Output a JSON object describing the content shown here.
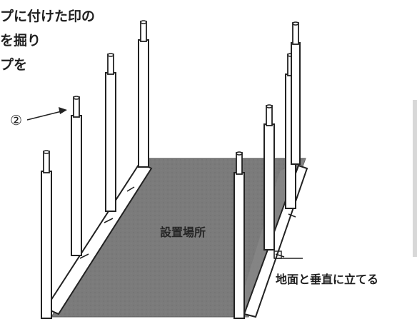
{
  "instruction_lines": [
    "プに付けた印の",
    "を掘り",
    "プを"
  ],
  "marker": "②",
  "area_label": "設置場所",
  "note": "地面と垂直に立てる",
  "colors": {
    "ground": "#7b7b7b",
    "pipe_fill": "#ffffff",
    "pipe_stroke": "#222222",
    "text": "#1f1f1f"
  }
}
